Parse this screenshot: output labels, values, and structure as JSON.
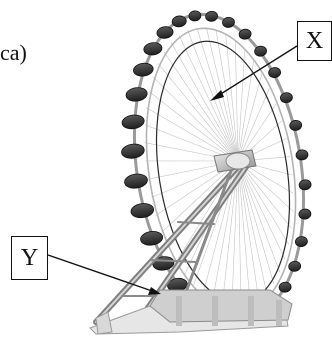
{
  "labels": {
    "fragment": "ca)",
    "x": "X",
    "y": "Y"
  },
  "colors": {
    "ink": "#111111",
    "frame": "#8a8a8a",
    "pod": "#3a3a3a",
    "spoke": "#b8b8b8"
  }
}
